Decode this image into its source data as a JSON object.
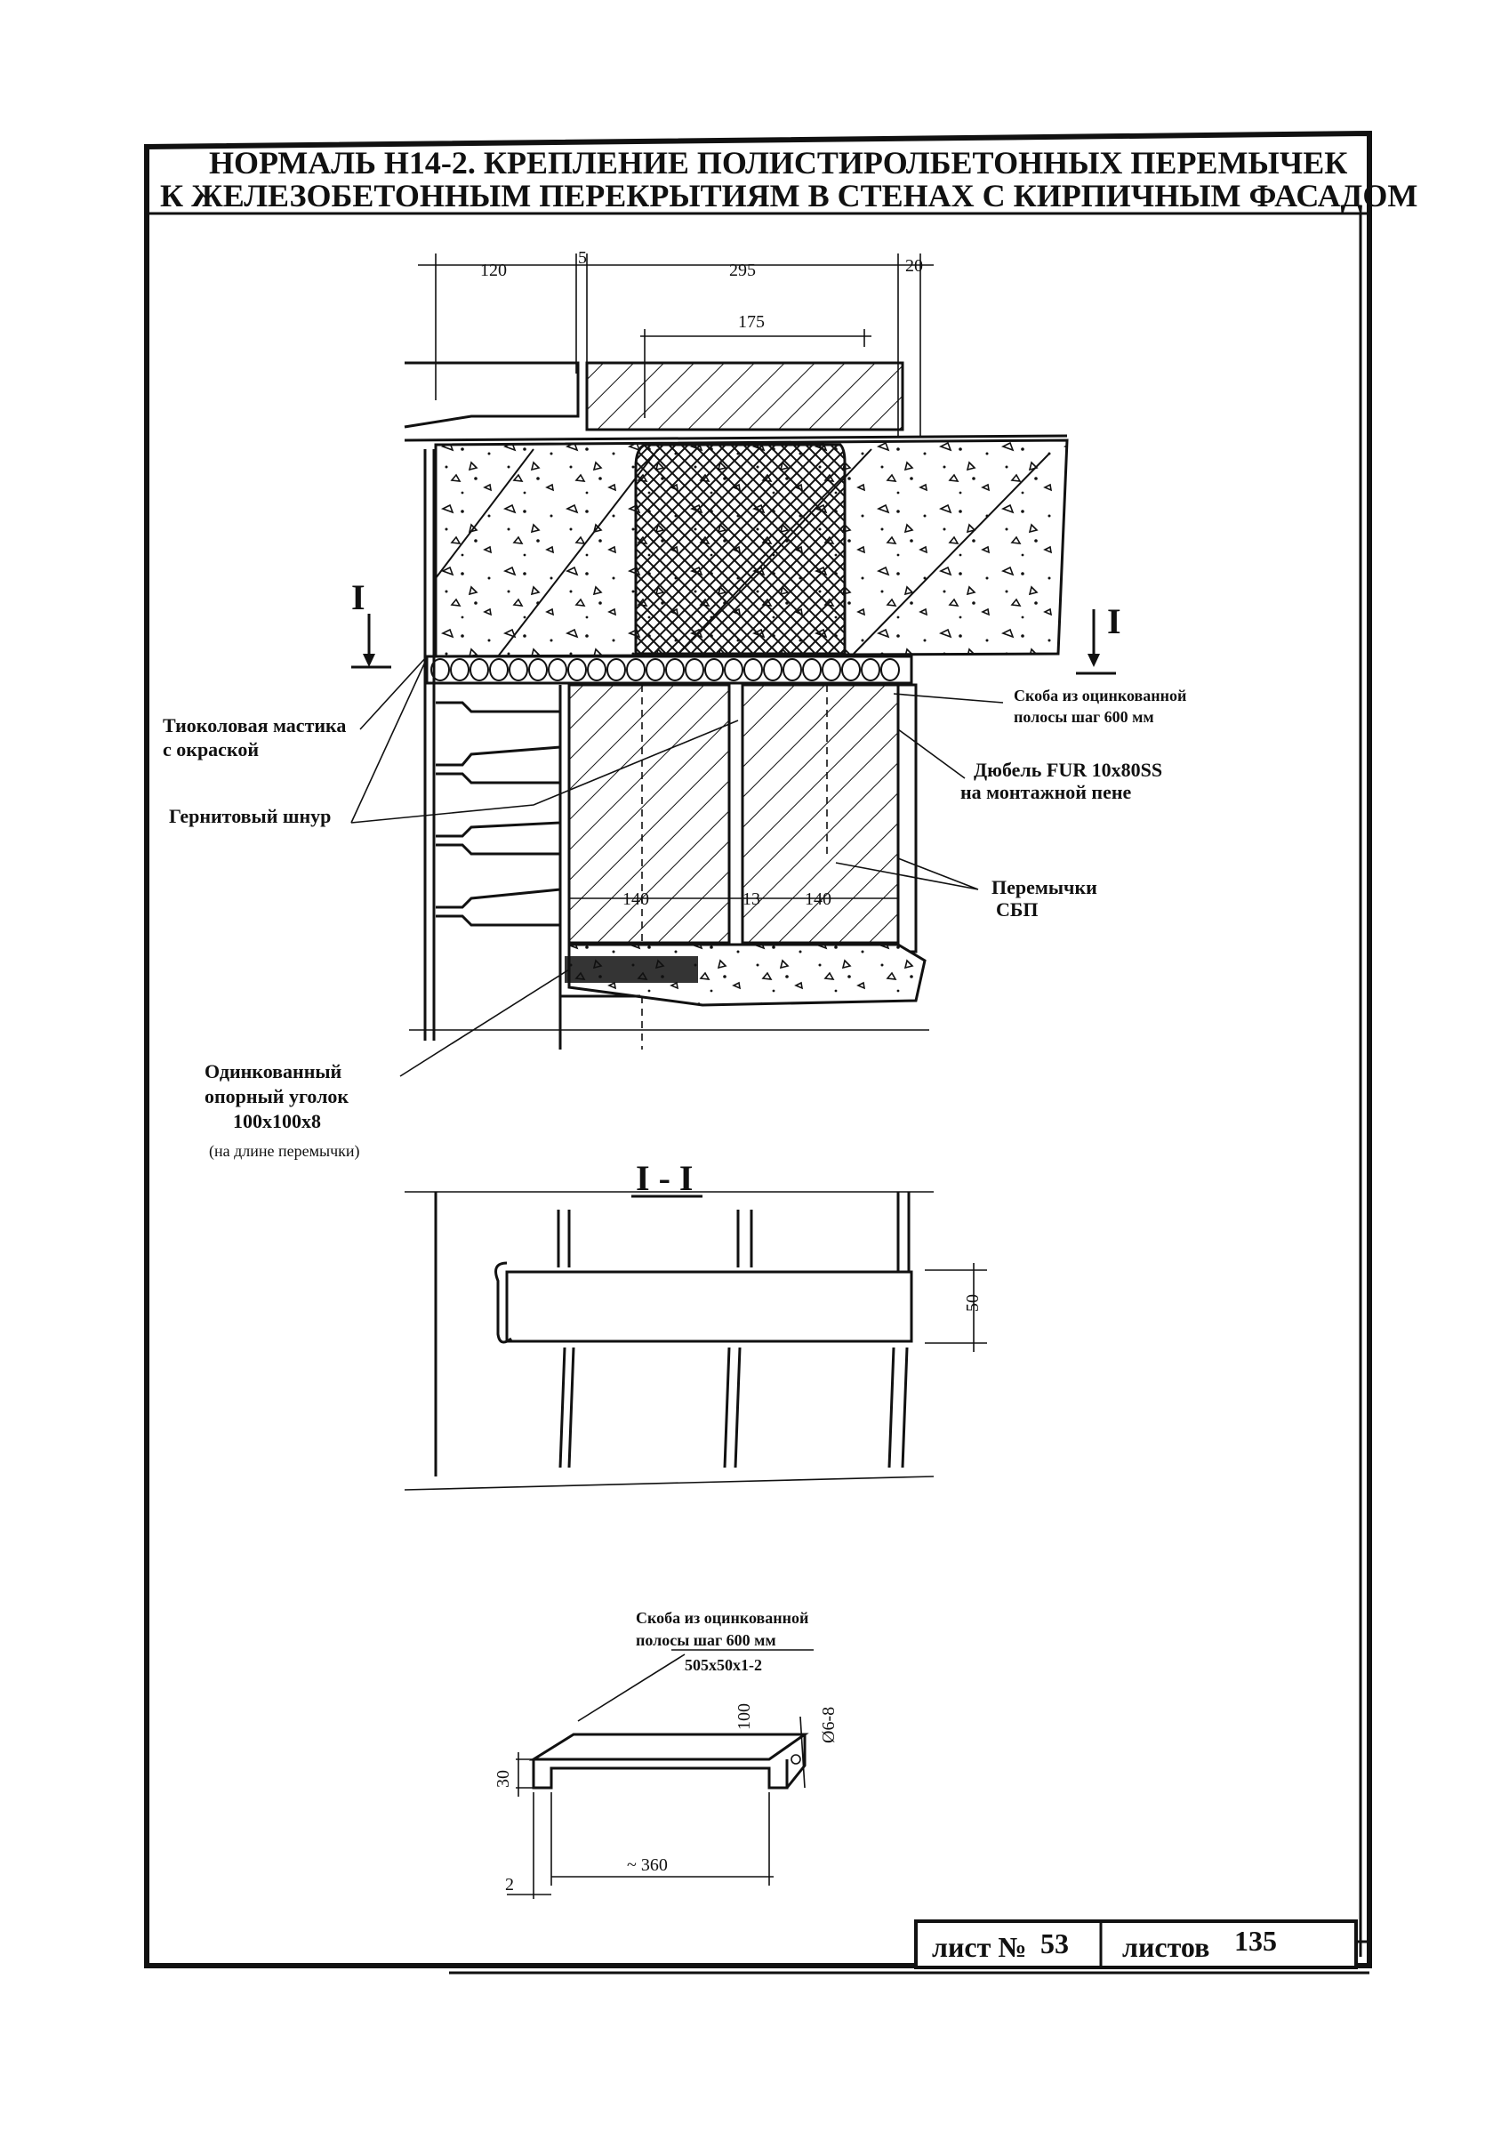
{
  "header": {
    "line1": "НОРМАЛЬ Н14-2. КРЕПЛЕНИЕ ПОЛИСТИРОЛБЕТОННЫХ ПЕРЕМЫЧЕК",
    "line2": "К ЖЕЛЕЗОБЕТОННЫМ ПЕРЕКРЫТИЯМ В СТЕНАХ С КИРПИЧНЫМ ФАСАДОМ"
  },
  "main_section": {
    "dims_top": [
      "120",
      "5",
      "295",
      "20"
    ],
    "dim_inner": "175",
    "section_mark": "I",
    "dims_lintels": [
      "140",
      "13",
      "140"
    ],
    "callouts": {
      "mastic": "Тиоколовая мастика",
      "mastic_2": "с окраской",
      "cord": "Гернитовый шнур",
      "bracket": "Скоба из оцинкованной",
      "bracket_2": "полосы шаг 600 мм",
      "dowel": "Дюбель FUR 10x80SS",
      "dowel_2": "на монтажной пене",
      "lintels": "Перемычки",
      "lintels_2": "СБП",
      "angle": "Одинкованный",
      "angle_2": "опорный уголок",
      "angle_3": "100x100x8",
      "angle_4": "(на длине перемычки)"
    }
  },
  "section_I": {
    "title": "I - I",
    "dim": "50"
  },
  "bracket_detail": {
    "label": "Скоба из оцинкованной",
    "label_2": "полосы шаг 600 мм",
    "spec": "505x50x1-2",
    "dims": [
      "100",
      "30",
      "2",
      "~ 360",
      "Ø6-8"
    ]
  },
  "title_block": {
    "sheet_label": "лист №",
    "sheet_number": "53",
    "total_label": "листов",
    "total": "135"
  }
}
